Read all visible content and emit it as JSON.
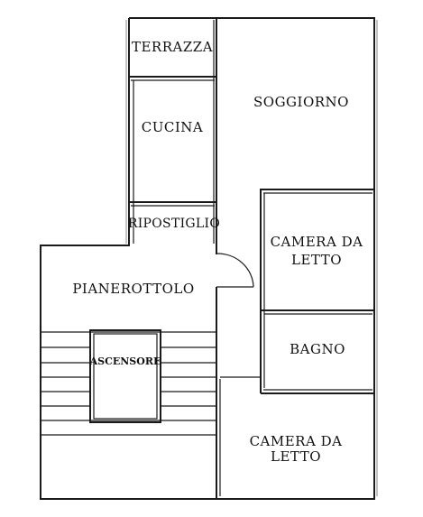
{
  "rooms": {
    "terrazza": "TERRAZZA",
    "cucina": "CUCINA",
    "ripostiglio": "RIPOSTIGLIO",
    "soggiorno": "SOGGIORNO",
    "camera_da_letto_1": [
      "CAMERA DA",
      "LETTO"
    ],
    "bagno": "BAGNO",
    "pianerottolo": "PIANEROTTOLO",
    "ascensore": "ASCENSORE",
    "camera_da_letto_2": [
      "CAMERA DA",
      "LETTO"
    ]
  }
}
